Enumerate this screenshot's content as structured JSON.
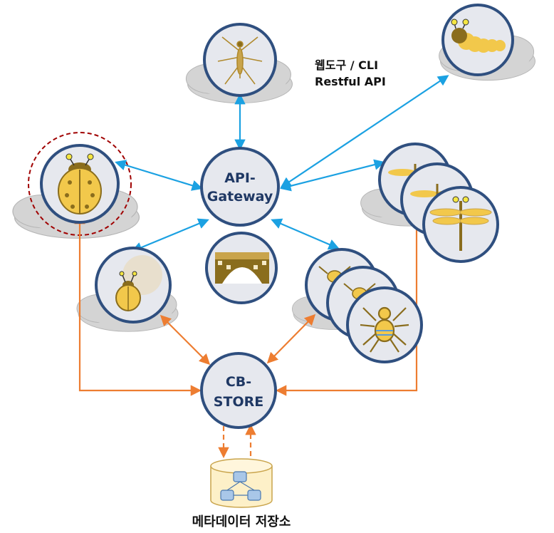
{
  "nodes": {
    "api_gateway": {
      "line1": "API-",
      "line2": "Gateway"
    },
    "cb_store": {
      "line1": "CB-",
      "line2": "STORE"
    }
  },
  "labels": {
    "web_cli_line1": "웹도구 / CLI",
    "web_cli_line2": "Restful API",
    "metadata_store": "메타데이터 저장소"
  },
  "colors": {
    "blue_arrow": "#1ba1e2",
    "orange_arrow": "#ed7d31",
    "node_fill": "#e6e8ee",
    "node_stroke": "#2f4f7f",
    "cloud": "#d4d4d4",
    "highlight_ring": "#a00000",
    "insect_yellow": "#f2c84b",
    "insect_brown": "#8a6d1d"
  },
  "icons": {
    "top": "mosquito-icon",
    "top_right": "caterpillar-icon",
    "left": "ladybug-icon",
    "center_left": "beetle-icon",
    "center": "bridge-icon",
    "right_stack": "dragonfly-icon",
    "lower_right_stack": "spider-icon",
    "database": "database-icon"
  }
}
